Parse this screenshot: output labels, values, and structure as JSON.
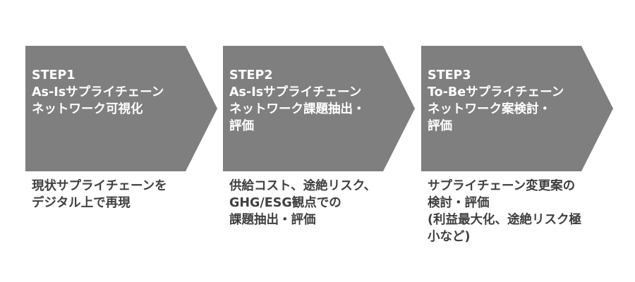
{
  "steps": [
    {
      "title_lines": [
        "STEP1",
        "As-Isサプライチェーン",
        "ネットワーク可視化"
      ],
      "desc_lines": [
        "現状サプライチェーンを",
        "デジタル上で再現"
      ]
    },
    {
      "title_lines": [
        "STEP2",
        "As-Isサプライチェーン",
        "ネットワーク課題抽出・",
        "評価"
      ],
      "desc_lines": [
        "供給コスト、途絶リスク、",
        "GHG/ESG観点での",
        "課題抽出・評価"
      ]
    },
    {
      "title_lines": [
        "STEP3",
        "To-Beサプライチェーン",
        "ネットワーク案検討・",
        "評価"
      ],
      "desc_lines": [
        "サプライチェーン変更案の",
        "検討・評価",
        "(利益最大化、途絶リスク極",
        "小など)"
      ]
    }
  ]
}
